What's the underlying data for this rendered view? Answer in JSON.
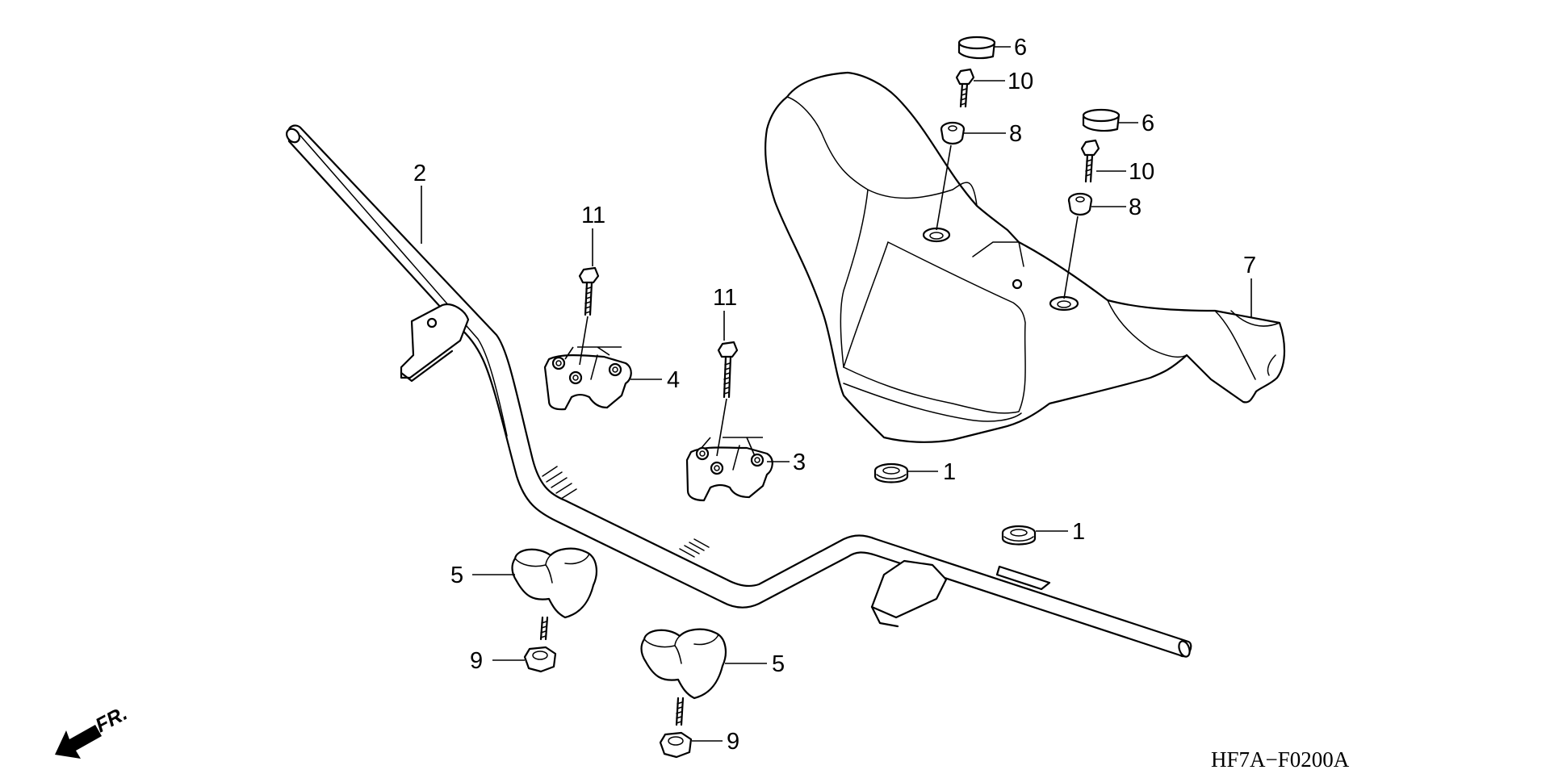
{
  "diagram_code": "HF7A−F0200A",
  "direction_label": "FR.",
  "callouts": {
    "c1a": "1",
    "c1b": "1",
    "c2": "2",
    "c3": "3",
    "c4": "4",
    "c5a": "5",
    "c5b": "5",
    "c6a": "6",
    "c6b": "6",
    "c7": "7",
    "c8a": "8",
    "c8b": "8",
    "c9a": "9",
    "c9b": "9",
    "c10a": "10",
    "c10b": "10",
    "c11a": "11",
    "c11b": "11"
  }
}
